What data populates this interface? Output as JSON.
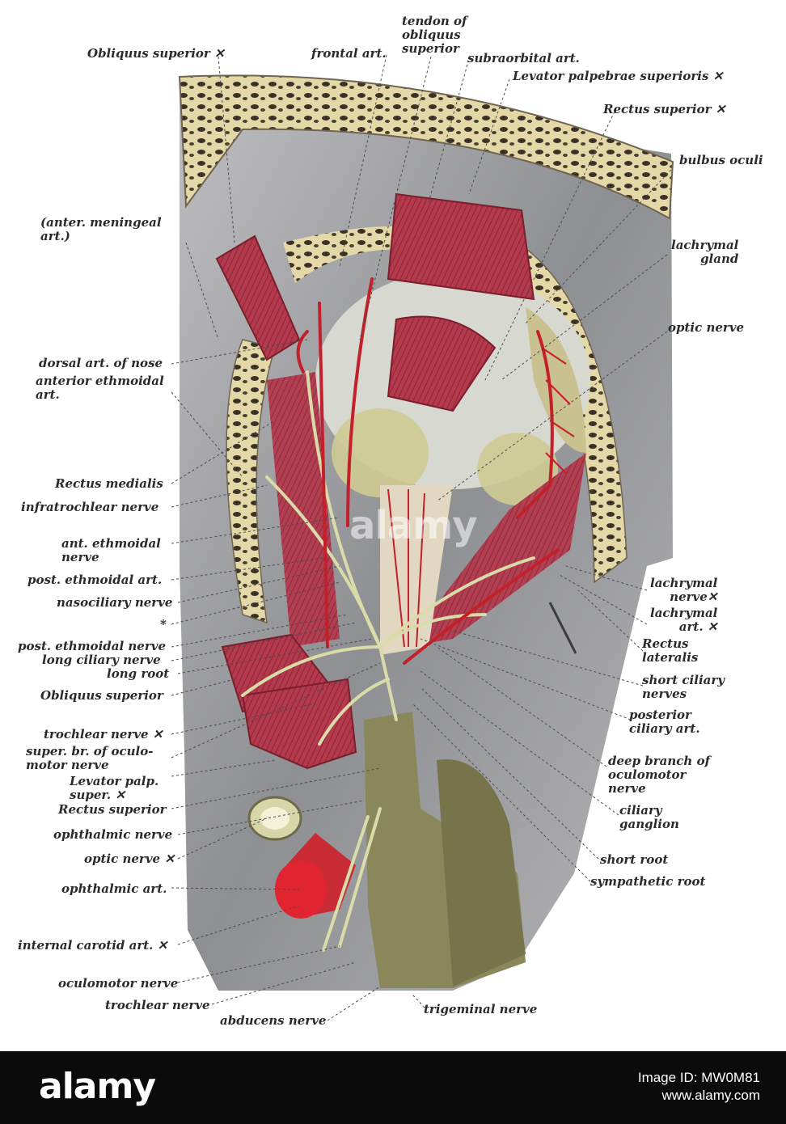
{
  "labels": {
    "obliquus_superior_top": "Obliquus superior",
    "frontal_art": "frontal art.",
    "tendon_obliquus": "tendon of\nobliquus\nsuperior",
    "subraorbital_art": "subraorbital art.",
    "levator_top": "Levator palpebrae superioris",
    "rectus_superior_top": "Rectus superior",
    "bulbus_oculi": "bulbus oculi",
    "anter_meningeal": "(anter. meningeal\nart.)",
    "lachrymal_gland": "lachrymal\ngland",
    "optic_nerve_right": "optic nerve",
    "dorsal_art_nose": "dorsal art. of nose",
    "anterior_ethmoidal_art": "anterior ethmoidal\nart.",
    "rectus_medialis": "Rectus medialis",
    "infratrochlear_nerve": "infratrochlear nerve",
    "ant_ethmoidal_nerve": "ant. ethmoidal\nnerve",
    "post_ethmoidal_art": "post. ethmoidal art.",
    "nasociliary_nerve": "nasociliary nerve",
    "asterisk": "*",
    "post_ethmoidal_nerve": "post. ethmoidal nerve",
    "long_ciliary_nerve": "long ciliary nerve",
    "long_root": "long root",
    "obliquus_superior_left": "Obliquus superior",
    "trochlear_nerve_cross": "trochlear nerve",
    "super_br_oculomotor": "super. br. of oculo-\nmotor nerve",
    "levator_palp_super": "Levator palp.\nsuper.",
    "rectus_superior_left": "Rectus superior",
    "ophthalmic_nerve": "ophthalmic nerve",
    "optic_nerve_left": "optic nerve",
    "ophthalmic_art": "ophthalmic art.",
    "internal_carotid_art": "internal carotid art.",
    "oculomotor_nerve": "oculomotor nerve",
    "trochlear_nerve_bottom": "trochlear nerve",
    "abducens_nerve": "abducens nerve",
    "trigeminal_nerve": "trigeminal nerve",
    "lachrymal_nerve": "lachrymal\nnerve",
    "lachrymal_art": "lachrymal\nart.",
    "rectus_lateralis": "Rectus\nlateralis",
    "short_ciliary_nerves": "short ciliary\nnerves",
    "posterior_ciliary_art": "posterior\nciliary art.",
    "deep_branch_oculomotor": "deep branch of\noculomotor\nnerve",
    "ciliary_ganglion": "ciliary\nganglion",
    "short_root": "short root",
    "sympathetic_root": "sympathetic root"
  },
  "watermark": "alamy",
  "footer": {
    "logo": "alamy",
    "image_id": "Image ID: MW0M81",
    "site": "www.alamy.com"
  },
  "colors": {
    "muscle": "#b33a4e",
    "bone": "#e6dbb0",
    "nerve": "#d8d9a8",
    "artery": "#c8202a",
    "background_tissue": "#a9a9ab"
  }
}
